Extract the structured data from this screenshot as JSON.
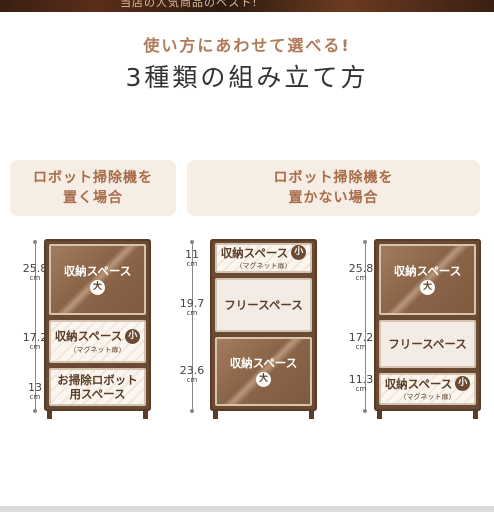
{
  "banner": {
    "text": "当店の人気商品のベスト!"
  },
  "tagline": "使い方にあわせて選べる!",
  "title": "3種類の組み立て方",
  "headers": {
    "left": [
      "ロボット掃除機を",
      "置く場合"
    ],
    "right": [
      "ロボット掃除機を",
      "置かない場合"
    ]
  },
  "labels": {
    "storage": "収納スペース",
    "magnet": "（マグネット扉）",
    "free": "フリースペース",
    "robot": [
      "お掃除ロボット",
      "用スペース"
    ],
    "large": "大",
    "small": "小"
  },
  "dims": {
    "unit": "cm",
    "a": [
      "25.8",
      "17.2",
      "13"
    ],
    "b": [
      "11",
      "19.7",
      "23.6"
    ],
    "c": [
      "25.8",
      "17.2",
      "11.3"
    ]
  },
  "colors": {
    "accent": "#b07a58",
    "wood": "#6b4a33",
    "header_bg": "#f6ede4"
  }
}
